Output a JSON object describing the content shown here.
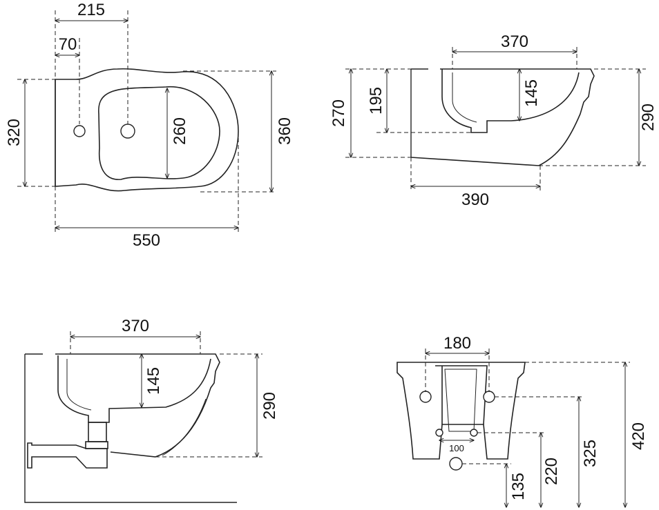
{
  "views": {
    "top": {
      "dims": {
        "overall_length": "550",
        "depth_outer": "360",
        "depth_body": "320",
        "bowl_width": "260",
        "tap_center": "215",
        "tap_offset": "70"
      }
    },
    "side": {
      "dims": {
        "bowl_length": "370",
        "bowl_depth": "145",
        "height_total": "290",
        "rim_height": "270",
        "drain_height": "195",
        "projection": "390"
      }
    },
    "section": {
      "dims": {
        "bowl_length": "370",
        "bowl_depth": "145",
        "height_total": "290"
      }
    },
    "rear": {
      "dims": {
        "bolt_spacing": "180",
        "inlet_spacing": "100",
        "height_total": "420",
        "bolt_height": "325",
        "inlet_height": "220",
        "waste_height": "135"
      }
    }
  }
}
